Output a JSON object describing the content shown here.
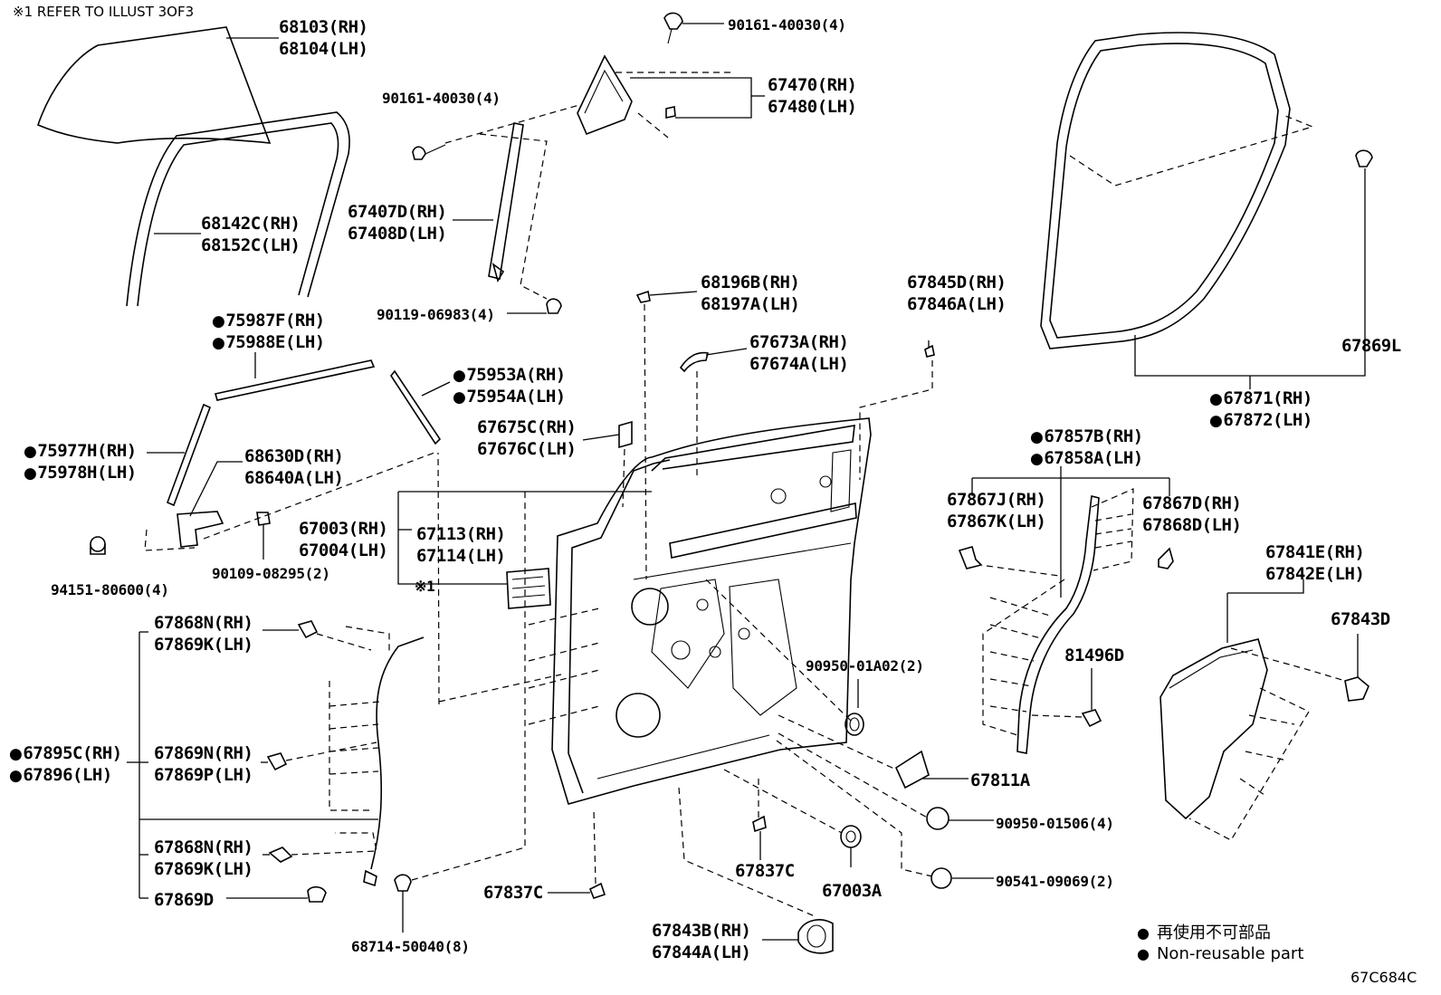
{
  "note": "※1 REFER TO ILLUST 3OF3",
  "figure_code": "67C684C",
  "legend": {
    "bullet": "●",
    "line1": "再使用不可部品",
    "line2": "Non-reusable part"
  },
  "labels": {
    "p68103": "68103(RH)",
    "p68104": "68104(LH)",
    "p68142c": "68142C(RH)",
    "p68152c": "68152C(LH)",
    "p75987f": "75987F(RH)",
    "p75988e": "75988E(LH)",
    "p75953a": "75953A(RH)",
    "p75954a": "75954A(LH)",
    "p75977h": "75977H(RH)",
    "p75978h": "75978H(LH)",
    "p68630d": "68630D(RH)",
    "p68640a": "68640A(LH)",
    "p94151": "94151-80600(4)",
    "p90109": "90109-08295(2)",
    "p90161a": "90161-40030(4)",
    "p90161b": "90161-40030(4)",
    "p67470": "67470(RH)",
    "p67480": "67480(LH)",
    "p67407d": "67407D(RH)",
    "p67408d": "67408D(LH)",
    "p90119": "90119-06983(4)",
    "p68196b": "68196B(RH)",
    "p68197a": "68197A(LH)",
    "p67845d": "67845D(RH)",
    "p67846a": "67846A(LH)",
    "p67673a": "67673A(RH)",
    "p67674a": "67674A(LH)",
    "p67675c": "67675C(RH)",
    "p67676c": "67676C(LH)",
    "p67003": "67003(RH)",
    "p67004": "67004(LH)",
    "p67113": "67113(RH)",
    "p67114": "67114(LH)",
    "ref1": "※1",
    "p67869l": "67869L",
    "p67871": "67871(RH)",
    "p67872": "67872(LH)",
    "p67857b": "67857B(RH)",
    "p67858a": "67858A(LH)",
    "p67867j": "67867J(RH)",
    "p67867k": "67867K(LH)",
    "p67867d": "67867D(RH)",
    "p67868d": "67868D(LH)",
    "p67841e": "67841E(RH)",
    "p67842e": "67842E(LH)",
    "p67843d": "67843D",
    "p81496d": "81496D",
    "p90950a": "90950-01A02(2)",
    "p67868n1": "67868N(RH)",
    "p67869k1": "67869K(LH)",
    "p67895c": "67895C(RH)",
    "p67896": "67896(LH)",
    "p67869n": "67869N(RH)",
    "p67869p": "67869P(LH)",
    "p67868n2": "67868N(RH)",
    "p67869k2": "67869K(LH)",
    "p67869d": "67869D",
    "p68714": "68714-50040(8)",
    "p67837c1": "67837C",
    "p67837c2": "67837C",
    "p67003a": "67003A",
    "p67811a": "67811A",
    "p90950b": "90950-01506(4)",
    "p90541": "90541-09069(2)",
    "p67843b": "67843B(RH)",
    "p67844a": "67844A(LH)"
  }
}
